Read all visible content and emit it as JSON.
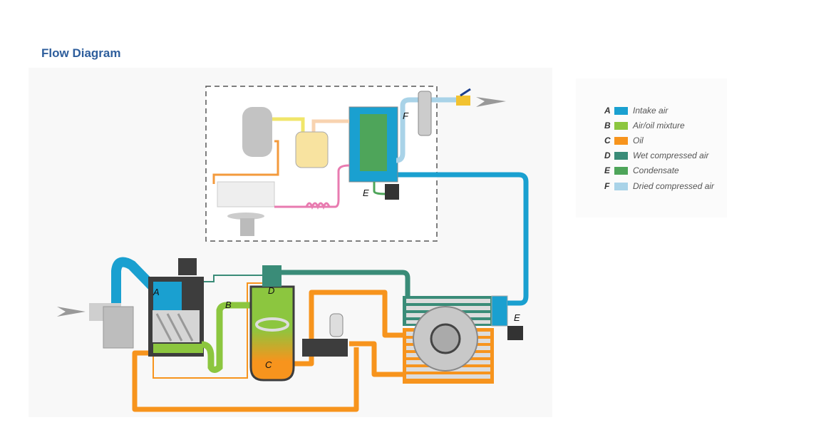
{
  "page": {
    "title": "Flow Diagram"
  },
  "diagram": {
    "labels": {
      "a": "A",
      "b": "B",
      "c": "C",
      "d": "D",
      "e_dryer": "E",
      "f": "F",
      "e_cooler": "E"
    },
    "colors": {
      "intake": "#1aa0d0",
      "mixture": "#8cc63f",
      "oil": "#f7941d",
      "wet": "#3a8c78",
      "condensate": "#4ea55a",
      "dried": "#a9d3e8",
      "refrigerant_hot": "#f39a3c",
      "refrigerant_cold": "#e87bb0",
      "refrigerant_gas": "#f0e66a",
      "title": "#2e5e9c"
    }
  },
  "legend": {
    "items": [
      {
        "letter": "A",
        "label": "Intake air",
        "color": "#1aa0d0"
      },
      {
        "letter": "B",
        "label": "Air/oil mixture",
        "color": "#8cc63f"
      },
      {
        "letter": "C",
        "label": "Oil",
        "color": "#f7941d"
      },
      {
        "letter": "D",
        "label": "Wet compressed air",
        "color": "#3a8c78"
      },
      {
        "letter": "E",
        "label": "Condensate",
        "color": "#4ea55a"
      },
      {
        "letter": "F",
        "label": "Dried compressed air",
        "color": "#a9d3e8"
      }
    ]
  }
}
